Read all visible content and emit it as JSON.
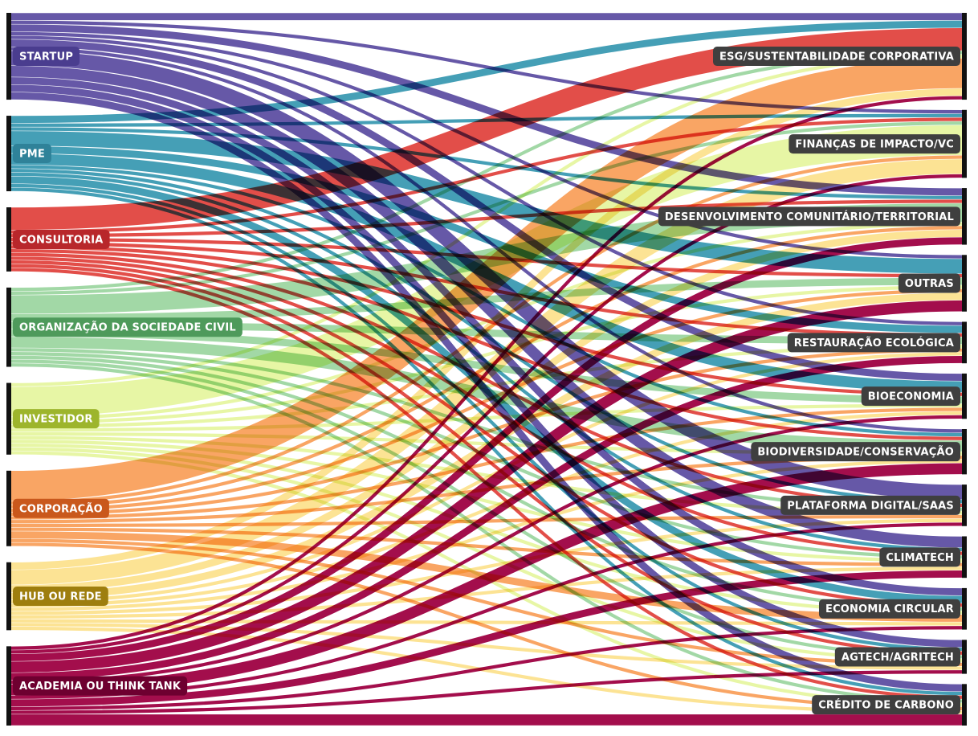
{
  "chart_data": {
    "type": "sankey",
    "title": "",
    "left_nodes": [
      {
        "id": "startup",
        "label": "STARTUP",
        "color": "#5E4FA2",
        "label_bg": "#4A3D8F"
      },
      {
        "id": "pme",
        "label": "PME",
        "color": "#3B9AB2",
        "label_bg": "#2F8299"
      },
      {
        "id": "consultoria",
        "label": "CONSULTORIA",
        "color": "#E0453F",
        "label_bg": "#B8272B"
      },
      {
        "id": "osc",
        "label": "ORGANIZAÇÃO DA SOCIEDADE CIVIL",
        "color": "#9DD6A1",
        "label_bg": "#4E9A5B"
      },
      {
        "id": "investidor",
        "label": "INVESTIDOR",
        "color": "#E6F5A0",
        "label_bg": "#9DB52C"
      },
      {
        "id": "corporacao",
        "label": "CORPORAÇÃO",
        "color": "#F9A05C",
        "label_bg": "#C9581C"
      },
      {
        "id": "hub",
        "label": "HUB OU REDE",
        "color": "#FCE18E",
        "label_bg": "#9E7E0E"
      },
      {
        "id": "academia",
        "label": "ACADEMIA OU THINK TANK",
        "color": "#9E0142",
        "label_bg": "#6E0030"
      }
    ],
    "right_nodes": [
      {
        "id": "esg",
        "label": "ESG/SUSTENTABILIDADE CORPORATIVA"
      },
      {
        "id": "financas",
        "label": "FINANÇAS DE IMPACTO/VC"
      },
      {
        "id": "desenv",
        "label": "DESENVOLVIMENTO COMUNITÁRIO/TERRITORIAL"
      },
      {
        "id": "outras",
        "label": "OUTRAS"
      },
      {
        "id": "restauracao",
        "label": "RESTAURAÇÃO ECOLÓGICA"
      },
      {
        "id": "bioeconomia",
        "label": "BIOECONOMIA"
      },
      {
        "id": "biodiversidade",
        "label": "BIODIVERSIDADE/CONSERVAÇÃO"
      },
      {
        "id": "plataforma",
        "label": "PLATAFORMA DIGITAL/SAAS"
      },
      {
        "id": "climatech",
        "label": "CLIMATECH"
      },
      {
        "id": "economia",
        "label": "ECONOMIA CIRCULAR"
      },
      {
        "id": "agtech",
        "label": "AGTECH/AGRITECH"
      },
      {
        "id": "carbono",
        "label": "CRÉDITO DE CARBONO"
      }
    ],
    "right_label_bg": "#3f3f3f",
    "links": [
      {
        "source": "startup",
        "target": "esg",
        "value": 2
      },
      {
        "source": "startup",
        "target": "financas",
        "value": 1
      },
      {
        "source": "startup",
        "target": "desenv",
        "value": 2
      },
      {
        "source": "startup",
        "target": "outras",
        "value": 1
      },
      {
        "source": "startup",
        "target": "restauracao",
        "value": 1
      },
      {
        "source": "startup",
        "target": "bioeconomia",
        "value": 2
      },
      {
        "source": "startup",
        "target": "biodiversidade",
        "value": 1
      },
      {
        "source": "startup",
        "target": "plataforma",
        "value": 4
      },
      {
        "source": "startup",
        "target": "climatech",
        "value": 3
      },
      {
        "source": "startup",
        "target": "economia",
        "value": 2
      },
      {
        "source": "startup",
        "target": "agtech",
        "value": 2
      },
      {
        "source": "startup",
        "target": "carbono",
        "value": 2
      },
      {
        "source": "pme",
        "target": "esg",
        "value": 2
      },
      {
        "source": "pme",
        "target": "financas",
        "value": 1
      },
      {
        "source": "pme",
        "target": "desenv",
        "value": 1
      },
      {
        "source": "pme",
        "target": "outras",
        "value": 4
      },
      {
        "source": "pme",
        "target": "restauracao",
        "value": 2
      },
      {
        "source": "pme",
        "target": "bioeconomia",
        "value": 3
      },
      {
        "source": "pme",
        "target": "biodiversidade",
        "value": 1
      },
      {
        "source": "pme",
        "target": "plataforma",
        "value": 1
      },
      {
        "source": "pme",
        "target": "climatech",
        "value": 1
      },
      {
        "source": "pme",
        "target": "economia",
        "value": 2
      },
      {
        "source": "pme",
        "target": "agtech",
        "value": 1
      },
      {
        "source": "pme",
        "target": "carbono",
        "value": 1
      },
      {
        "source": "consultoria",
        "target": "esg",
        "value": 6
      },
      {
        "source": "consultoria",
        "target": "financas",
        "value": 1
      },
      {
        "source": "consultoria",
        "target": "desenv",
        "value": 1
      },
      {
        "source": "consultoria",
        "target": "outras",
        "value": 1
      },
      {
        "source": "consultoria",
        "target": "restauracao",
        "value": 1
      },
      {
        "source": "consultoria",
        "target": "bioeconomia",
        "value": 1
      },
      {
        "source": "consultoria",
        "target": "biodiversidade",
        "value": 1
      },
      {
        "source": "consultoria",
        "target": "plataforma",
        "value": 1
      },
      {
        "source": "consultoria",
        "target": "climatech",
        "value": 1
      },
      {
        "source": "consultoria",
        "target": "economia",
        "value": 1
      },
      {
        "source": "consultoria",
        "target": "agtech",
        "value": 1
      },
      {
        "source": "consultoria",
        "target": "carbono",
        "value": 1
      },
      {
        "source": "osc",
        "target": "esg",
        "value": 1
      },
      {
        "source": "osc",
        "target": "financas",
        "value": 1
      },
      {
        "source": "osc",
        "target": "desenv",
        "value": 5
      },
      {
        "source": "osc",
        "target": "outras",
        "value": 2
      },
      {
        "source": "osc",
        "target": "restauracao",
        "value": 2
      },
      {
        "source": "osc",
        "target": "bioeconomia",
        "value": 2
      },
      {
        "source": "osc",
        "target": "biodiversidade",
        "value": 3
      },
      {
        "source": "osc",
        "target": "plataforma",
        "value": 1
      },
      {
        "source": "osc",
        "target": "climatech",
        "value": 1
      },
      {
        "source": "osc",
        "target": "economia",
        "value": 1
      },
      {
        "source": "osc",
        "target": "agtech",
        "value": 1
      },
      {
        "source": "osc",
        "target": "carbono",
        "value": 1
      },
      {
        "source": "investidor",
        "target": "esg",
        "value": 1
      },
      {
        "source": "investidor",
        "target": "financas",
        "value": 8
      },
      {
        "source": "investidor",
        "target": "desenv",
        "value": 1
      },
      {
        "source": "investidor",
        "target": "outras",
        "value": 1
      },
      {
        "source": "investidor",
        "target": "restauracao",
        "value": 1
      },
      {
        "source": "investidor",
        "target": "bioeconomia",
        "value": 1
      },
      {
        "source": "investidor",
        "target": "biodiversidade",
        "value": 1
      },
      {
        "source": "investidor",
        "target": "plataforma",
        "value": 1
      },
      {
        "source": "investidor",
        "target": "climatech",
        "value": 1
      },
      {
        "source": "investidor",
        "target": "economia",
        "value": 1
      },
      {
        "source": "investidor",
        "target": "agtech",
        "value": 1
      },
      {
        "source": "investidor",
        "target": "carbono",
        "value": 1
      },
      {
        "source": "corporacao",
        "target": "esg",
        "value": 8
      },
      {
        "source": "corporacao",
        "target": "financas",
        "value": 1
      },
      {
        "source": "corporacao",
        "target": "desenv",
        "value": 1
      },
      {
        "source": "corporacao",
        "target": "outras",
        "value": 1
      },
      {
        "source": "corporacao",
        "target": "restauracao",
        "value": 1
      },
      {
        "source": "corporacao",
        "target": "bioeconomia",
        "value": 1
      },
      {
        "source": "corporacao",
        "target": "biodiversidade",
        "value": 1
      },
      {
        "source": "corporacao",
        "target": "plataforma",
        "value": 1
      },
      {
        "source": "corporacao",
        "target": "climatech",
        "value": 1
      },
      {
        "source": "corporacao",
        "target": "economia",
        "value": 2
      },
      {
        "source": "corporacao",
        "target": "agtech",
        "value": 1
      },
      {
        "source": "corporacao",
        "target": "carbono",
        "value": 1
      },
      {
        "source": "hub",
        "target": "esg",
        "value": 2
      },
      {
        "source": "hub",
        "target": "financas",
        "value": 4
      },
      {
        "source": "hub",
        "target": "desenv",
        "value": 2
      },
      {
        "source": "hub",
        "target": "outras",
        "value": 2
      },
      {
        "source": "hub",
        "target": "restauracao",
        "value": 1
      },
      {
        "source": "hub",
        "target": "bioeconomia",
        "value": 1
      },
      {
        "source": "hub",
        "target": "biodiversidade",
        "value": 1
      },
      {
        "source": "hub",
        "target": "plataforma",
        "value": 1
      },
      {
        "source": "hub",
        "target": "climatech",
        "value": 1
      },
      {
        "source": "hub",
        "target": "economia",
        "value": 1
      },
      {
        "source": "hub",
        "target": "agtech",
        "value": 1
      },
      {
        "source": "hub",
        "target": "carbono",
        "value": 1
      },
      {
        "source": "academia",
        "target": "esg",
        "value": 1
      },
      {
        "source": "academia",
        "target": "financas",
        "value": 1
      },
      {
        "source": "academia",
        "target": "desenv",
        "value": 2
      },
      {
        "source": "academia",
        "target": "outras",
        "value": 3
      },
      {
        "source": "academia",
        "target": "restauracao",
        "value": 2
      },
      {
        "source": "academia",
        "target": "bioeconomia",
        "value": 1
      },
      {
        "source": "academia",
        "target": "biodiversidade",
        "value": 3
      },
      {
        "source": "academia",
        "target": "plataforma",
        "value": 1
      },
      {
        "source": "academia",
        "target": "climatech",
        "value": 2
      },
      {
        "source": "academia",
        "target": "economia",
        "value": 1
      },
      {
        "source": "academia",
        "target": "agtech",
        "value": 1
      },
      {
        "source": "academia",
        "target": "carbono",
        "value": 3
      }
    ]
  }
}
